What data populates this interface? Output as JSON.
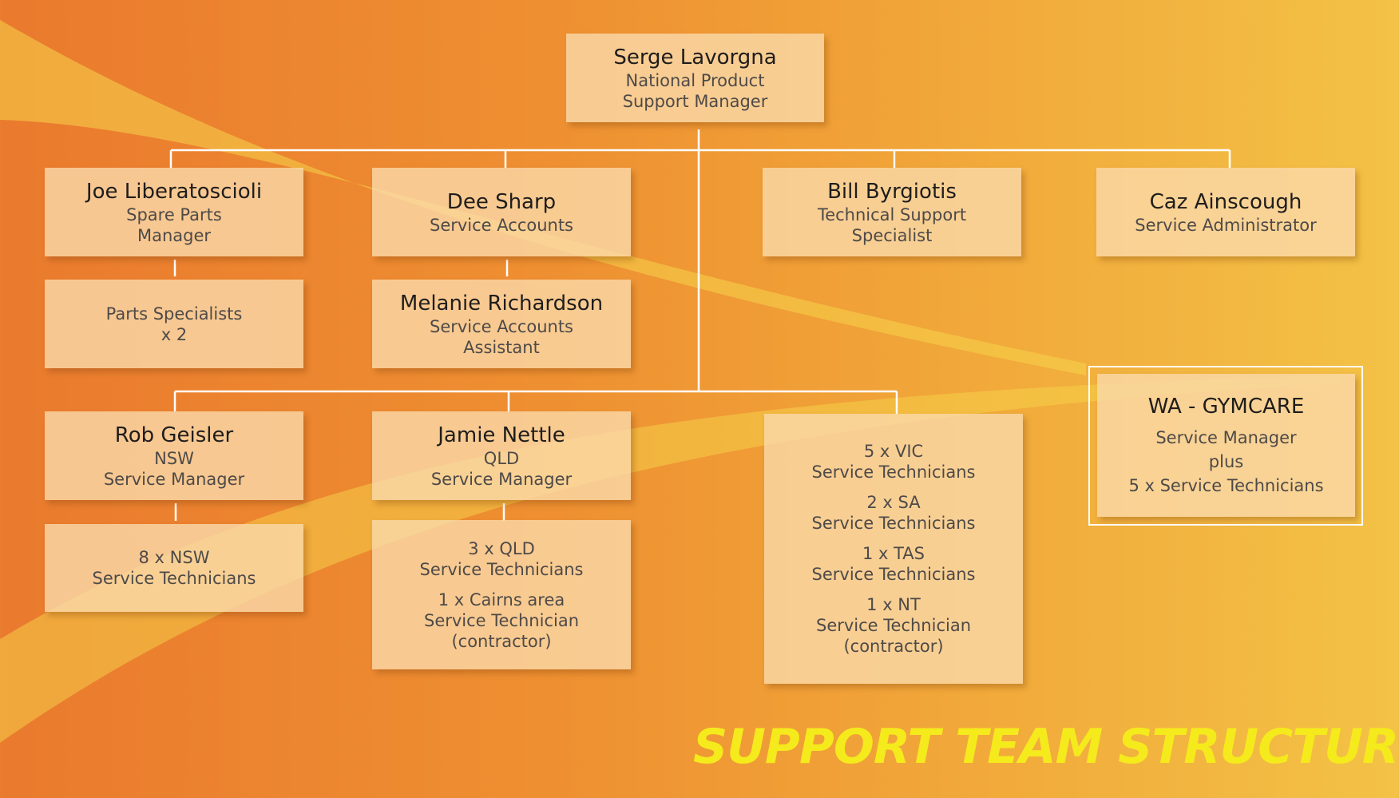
{
  "title": "SUPPORT TEAM STRUCTURE",
  "colors": {
    "background_left": "#ea7a2e",
    "background_right": "#f3c246",
    "box_fill": "#fadaaa",
    "title": "#f5ea1c",
    "connector": "#ffffff"
  },
  "nodes": {
    "serge": {
      "name": "Serge Lavorgna",
      "role": [
        "National Product",
        "Support Manager"
      ]
    },
    "joe": {
      "name": "Joe Liberatoscioli",
      "role": [
        "Spare Parts",
        "Manager"
      ]
    },
    "dee": {
      "name": "Dee Sharp",
      "role": [
        "Service Accounts"
      ]
    },
    "bill": {
      "name": "Bill Byrgiotis",
      "role": [
        "Technical Support",
        "Specialist"
      ]
    },
    "caz": {
      "name": "Caz Ainscough",
      "role": [
        "Service Administrator"
      ]
    },
    "parts": {
      "role": [
        "Parts Specialists",
        "x 2"
      ]
    },
    "melanie": {
      "name": "Melanie Richardson",
      "role": [
        "Service Accounts",
        "Assistant"
      ]
    },
    "rob": {
      "name": "Rob Geisler",
      "role": [
        "NSW",
        "Service Manager"
      ]
    },
    "jamie": {
      "name": "Jamie Nettle",
      "role": [
        "QLD",
        "Service Manager"
      ]
    },
    "nsw_techs": {
      "role": [
        "8 x NSW",
        "Service Technicians"
      ]
    },
    "qld_techs": {
      "groups": [
        [
          "3 x QLD",
          "Service Technicians"
        ],
        [
          "1 x Cairns area",
          "Service Technician",
          "(contractor)"
        ]
      ]
    },
    "other_techs": {
      "groups": [
        [
          "5 x VIC",
          "Service Technicians"
        ],
        [
          "2 x SA",
          "Service Technicians"
        ],
        [
          "1 x TAS",
          "Service Technicians"
        ],
        [
          "1 x NT",
          "Service Technician",
          "(contractor)"
        ]
      ]
    },
    "wa": {
      "name": "WA - GYMCARE",
      "role": [
        "Service Manager",
        "plus",
        "5 x Service Technicians"
      ]
    }
  }
}
